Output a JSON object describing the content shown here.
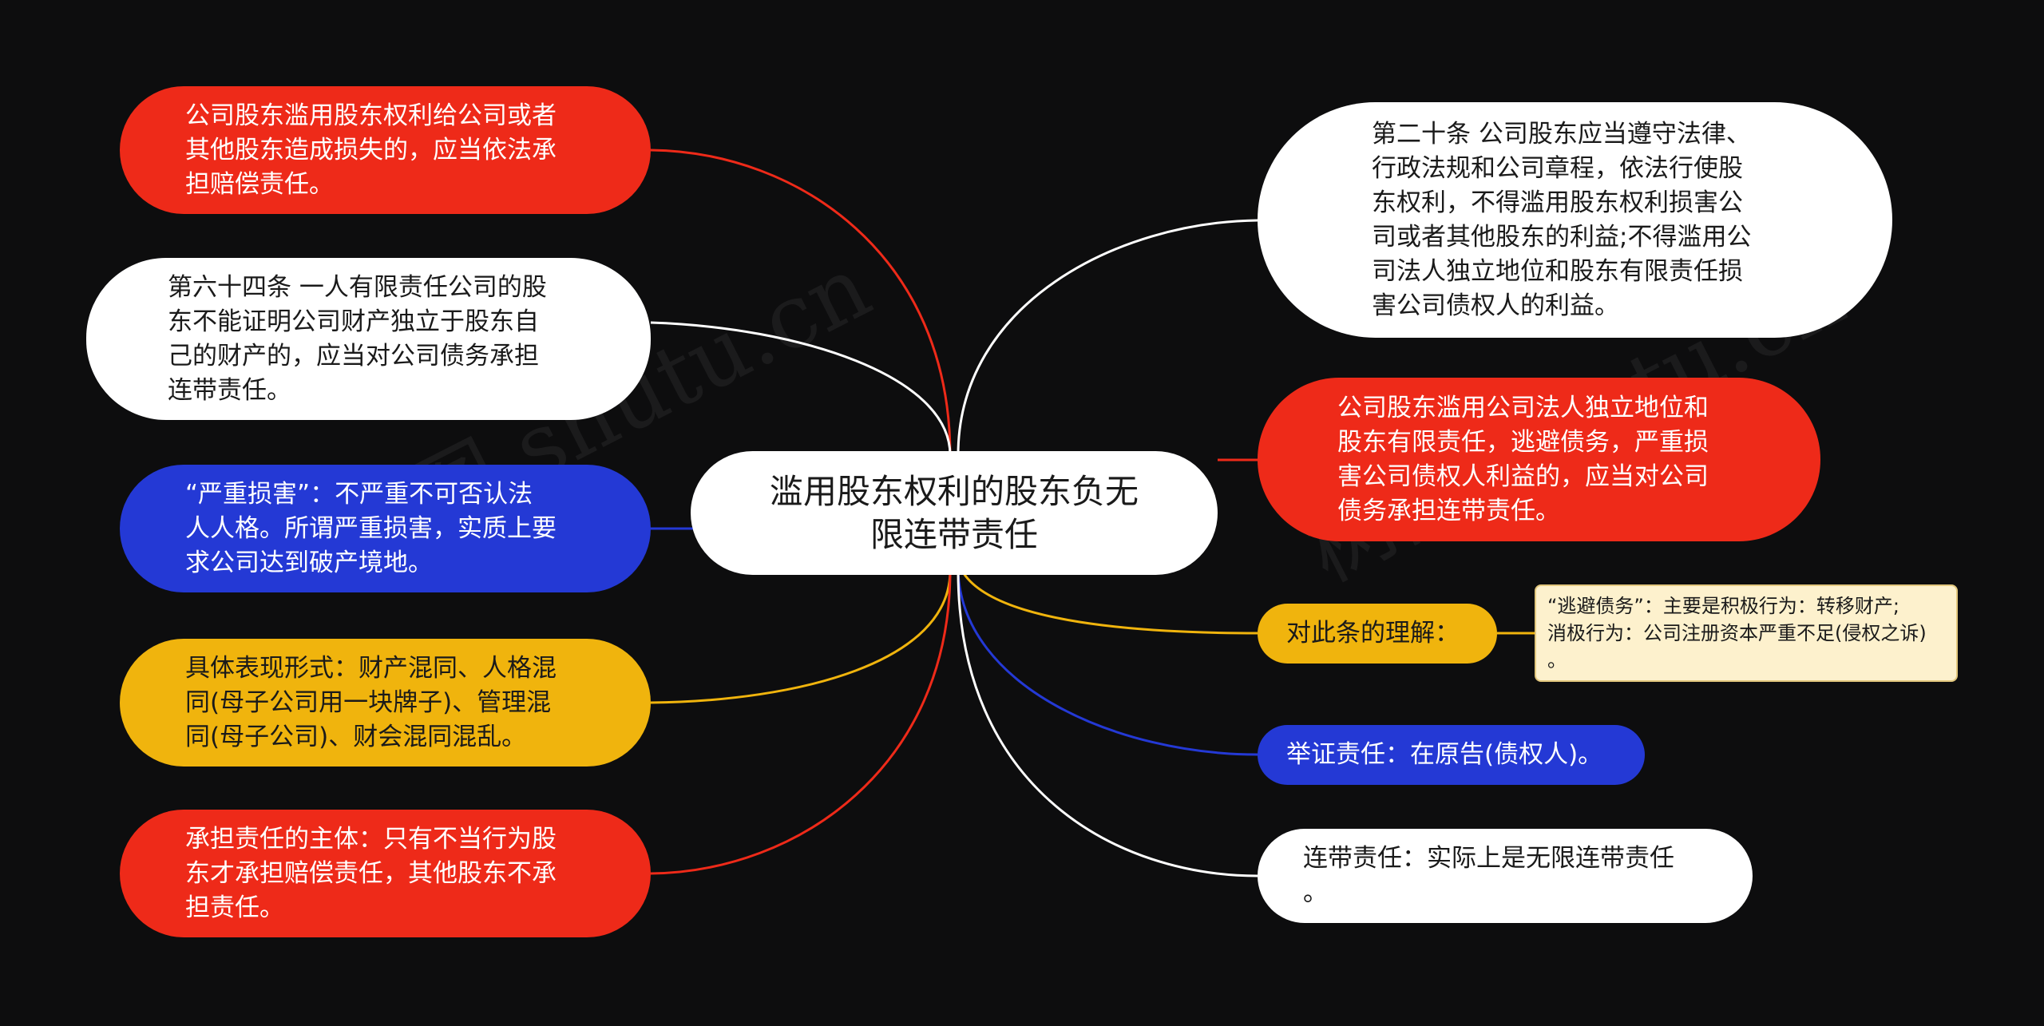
{
  "center": {
    "text": "滥用股东权利的股东负无\n限连带责任"
  },
  "left_nodes": [
    {
      "id": "l1",
      "text": "公司股东滥用股东权利给公司或者\n其他股东造成损失的，应当依法承\n担赔偿责任。",
      "color": "#ee2a19"
    },
    {
      "id": "l2",
      "text": "第六十四条 一人有限责任公司的股\n东不能证明公司财产独立于股东自\n己的财产的，应当对公司债务承担\n连带责任。",
      "color": "#ffffff"
    },
    {
      "id": "l3",
      "text": "“严重损害”：不严重不可否认法\n人人格。所谓严重损害，实质上要\n求公司达到破产境地。",
      "color": "#2439d5"
    },
    {
      "id": "l4",
      "text": "具体表现形式：财产混同、人格混\n同(母子公司用一块牌子)、管理混\n同(母子公司)、财会混同混乱。",
      "color": "#f0b40d"
    },
    {
      "id": "l5",
      "text": "承担责任的主体：只有不当行为股\n东才承担赔偿责任，其他股东不承\n担责任。",
      "color": "#ee2a19"
    }
  ],
  "right_nodes": [
    {
      "id": "r1",
      "text": "第二十条 公司股东应当遵守法律、\n行政法规和公司章程，依法行使股\n东权利，不得滥用股东权利损害公\n司或者其他股东的利益;不得滥用公\n司法人独立地位和股东有限责任损\n害公司债权人的利益。",
      "color": "#ffffff"
    },
    {
      "id": "r2",
      "text": "公司股东滥用公司法人独立地位和\n股东有限责任，逃避债务，严重损\n害公司债权人利益的，应当对公司\n债务承担连带责任。",
      "color": "#ee2a19"
    },
    {
      "id": "r3",
      "text": "对此条的理解：",
      "color": "#f0b40d"
    },
    {
      "id": "r4",
      "text": "举证责任：在原告(债权人)。",
      "color": "#2439d5"
    },
    {
      "id": "r5",
      "text": "连带责任：实际上是无限连带责任\n。",
      "color": "#ffffff"
    }
  ],
  "note": {
    "text": "“逃避债务”：主要是积极行为：转移财产;\n消极行为：公司注册资本严重不足(侵权之诉)\n。"
  },
  "watermarks": [
    "树图 shutu.cn",
    "树图 shutu.cn"
  ]
}
